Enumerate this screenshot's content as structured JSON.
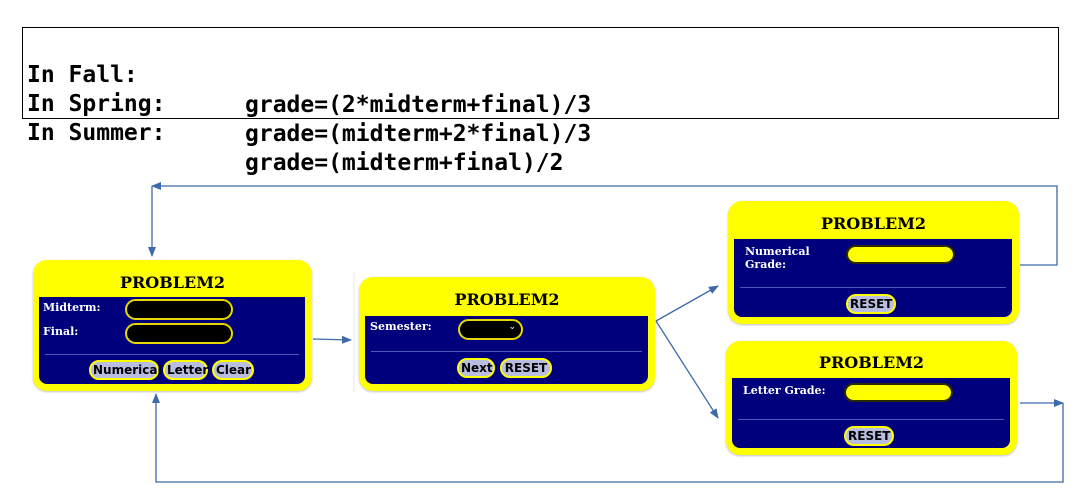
{
  "formulas": [
    {
      "semester": "In Fall:",
      "formula": "grade=(2*midterm+final)/3"
    },
    {
      "semester": "In Spring:",
      "formula": "grade=(midterm+2*final)/3"
    },
    {
      "semester": "In Summer:",
      "formula": "grade=(midterm+final)/2"
    }
  ],
  "input_card": {
    "title": "PROBLEM2",
    "midterm_label": "Midterm:",
    "final_label": "Final:",
    "buttons": {
      "numerical": "Numerical",
      "letter": "Letter",
      "clear": "Clear"
    }
  },
  "semester_card": {
    "title": "PROBLEM2",
    "semester_label": "Semester:",
    "buttons": {
      "next": "Next",
      "reset": "RESET"
    }
  },
  "numerical_card": {
    "title": "PROBLEM2",
    "label_line1": "Numerical",
    "label_line2": "Grade:",
    "buttons": {
      "reset": "RESET"
    }
  },
  "letter_card": {
    "title": "PROBLEM2",
    "label": "Letter Grade:",
    "buttons": {
      "reset": "RESET"
    }
  },
  "colors": {
    "card_bg": "#ffff00",
    "panel_bg": "#00007d",
    "arrow": "#3d6aa8"
  }
}
